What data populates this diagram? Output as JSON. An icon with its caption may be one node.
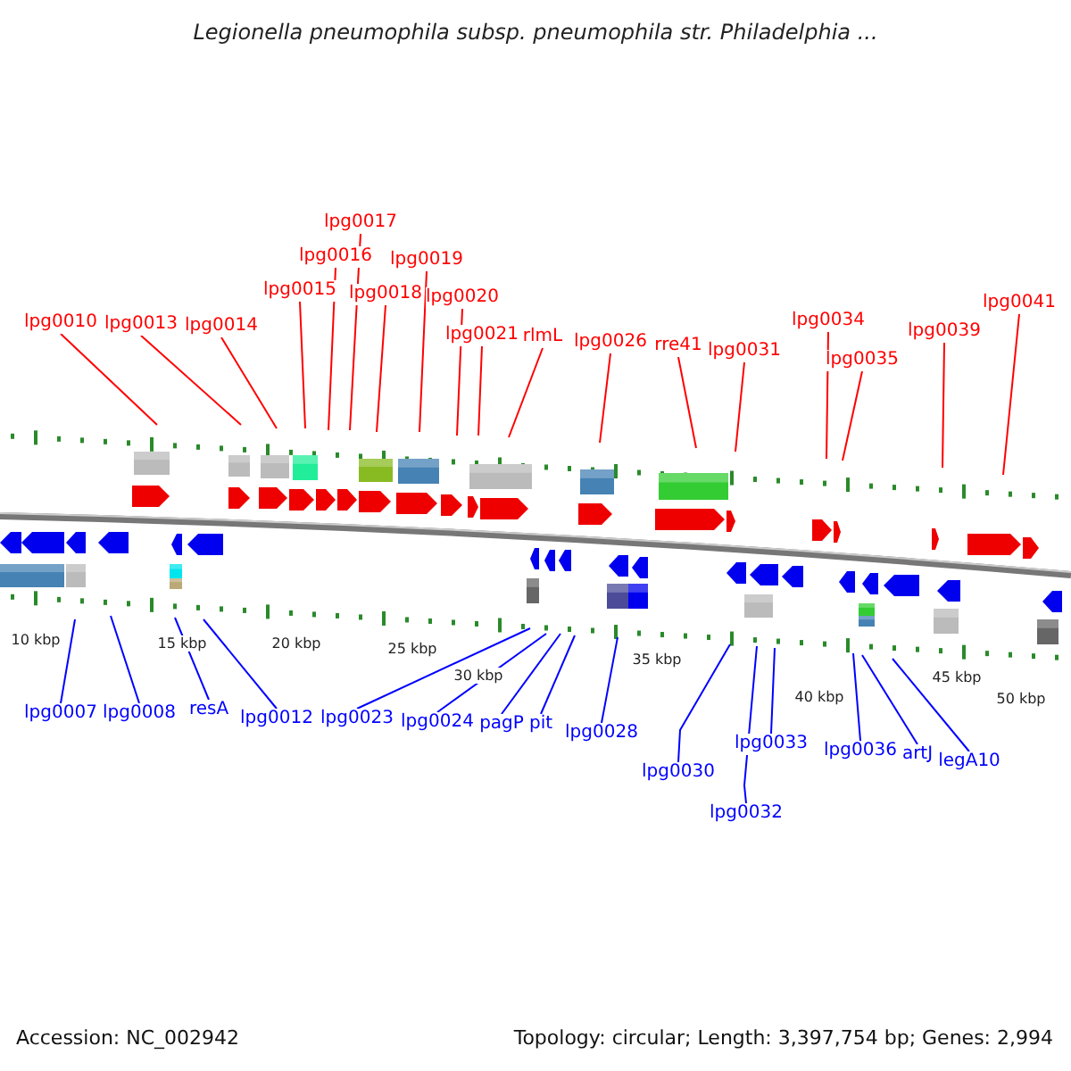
{
  "diagram": {
    "title": "Legionella pneumophila subsp. pneumophila str. Philadelphia ...",
    "nodes": [
      {
        "text": [
          "lpg0010"
        ]
      },
      {
        "text": [
          "lpg0013"
        ]
      },
      {
        "text": [
          "lpg0014"
        ]
      },
      {
        "text": [
          "lpg0015"
        ]
      },
      {
        "text": [
          "lpg0016"
        ]
      },
      {
        "text": [
          "lpg0017"
        ]
      },
      {
        "text": [
          "lpg0018"
        ]
      },
      {
        "text": [
          "lpg0019"
        ]
      },
      {
        "text": [
          "lpg0020"
        ]
      },
      {
        "text": [
          "lpg0021"
        ]
      },
      {
        "text": [
          "rlmL"
        ]
      },
      {
        "text": [
          "lpg0026"
        ]
      },
      {
        "text": [
          "rre41"
        ]
      },
      {
        "text": [
          "lpg0031"
        ]
      },
      {
        "text": [
          "lpg0034"
        ]
      },
      {
        "text": [
          "lpg0035"
        ]
      },
      {
        "text": [
          "lpg0039"
        ]
      },
      {
        "text": [
          "lpg0041"
        ]
      },
      {
        "text": [
          "lpg0007"
        ]
      },
      {
        "text": [
          "lpg0008"
        ]
      },
      {
        "text": [
          "resA"
        ]
      },
      {
        "text": [
          "lpg0012"
        ]
      },
      {
        "text": [
          "lpg0023"
        ]
      },
      {
        "text": [
          "lpg0024"
        ]
      },
      {
        "text": [
          "pagP"
        ]
      },
      {
        "text": [
          "pit"
        ]
      },
      {
        "text": [
          "lpg0028"
        ]
      },
      {
        "text": [
          "lpg0030"
        ]
      },
      {
        "text": [
          "lpg0032"
        ]
      },
      {
        "text": [
          "lpg0033"
        ]
      },
      {
        "text": [
          "lpg0036"
        ]
      },
      {
        "text": [
          "artJ"
        ]
      },
      {
        "text": [
          "legA10"
        ]
      }
    ],
    "edges": [
      {
        "from": 0,
        "to": null,
        "arrow": "none"
      },
      {
        "from": 1,
        "to": null,
        "arrow": "none"
      },
      {
        "from": 2,
        "to": null,
        "arrow": "none"
      },
      {
        "from": 3,
        "to": null,
        "arrow": "none"
      },
      {
        "from": 4,
        "to": null,
        "arrow": "none"
      },
      {
        "from": 5,
        "to": null,
        "arrow": "none"
      },
      {
        "from": 6,
        "to": null,
        "arrow": "none"
      },
      {
        "from": 7,
        "to": null,
        "arrow": "none"
      },
      {
        "from": 8,
        "to": null,
        "arrow": "none"
      },
      {
        "from": 9,
        "to": null,
        "arrow": "none"
      },
      {
        "from": 10,
        "to": null,
        "arrow": "none"
      },
      {
        "from": 11,
        "to": null,
        "arrow": "none"
      },
      {
        "from": 12,
        "to": null,
        "arrow": "none"
      },
      {
        "from": 13,
        "to": null,
        "arrow": "none"
      },
      {
        "from": 14,
        "to": null,
        "arrow": "none"
      },
      {
        "from": 15,
        "to": null,
        "arrow": "none"
      },
      {
        "from": 16,
        "to": null,
        "arrow": "none"
      },
      {
        "from": 17,
        "to": null,
        "arrow": "none"
      },
      {
        "from": 18,
        "to": null,
        "arrow": "none",
        "color": "#0000ff"
      },
      {
        "from": 19,
        "to": null,
        "arrow": "none",
        "color": "#0000ff"
      },
      {
        "from": 20,
        "to": null,
        "arrow": "none",
        "color": "#0000ff"
      },
      {
        "from": 21,
        "to": null,
        "arrow": "none",
        "color": "#0000ff"
      },
      {
        "from": 22,
        "to": null,
        "arrow": "none",
        "color": "#0000ff"
      },
      {
        "from": 23,
        "to": null,
        "arrow": "none",
        "color": "#0000ff"
      },
      {
        "from": 24,
        "to": null,
        "arrow": "none",
        "color": "#0000ff"
      },
      {
        "from": 25,
        "to": null,
        "arrow": "none",
        "color": "#0000ff"
      },
      {
        "from": 26,
        "to": null,
        "arrow": "none",
        "color": "#0000ff"
      },
      {
        "from": 27,
        "to": null,
        "arrow": "none",
        "color": "#0000ff"
      },
      {
        "from": 28,
        "to": null,
        "arrow": "none",
        "color": "#0000ff"
      },
      {
        "from": 29,
        "to": null,
        "arrow": "none",
        "color": "#0000ff"
      },
      {
        "from": 30,
        "to": null,
        "arrow": "none",
        "color": "#0000ff"
      },
      {
        "from": 31,
        "to": null,
        "arrow": "none",
        "color": "#0000ff"
      },
      {
        "from": 32,
        "to": null,
        "arrow": "none",
        "color": "#0000ff"
      }
    ],
    "labels": [
      "10 kbp",
      "15 kbp",
      "20 kbp",
      "25 kbp",
      "30 kbp",
      "35 kbp",
      "40 kbp",
      "45 kbp",
      "50 kbp",
      "Accession: NC_002942",
      "Topology: circular; Length: 3,397,754 bp; Genes: 2,994"
    ]
  }
}
